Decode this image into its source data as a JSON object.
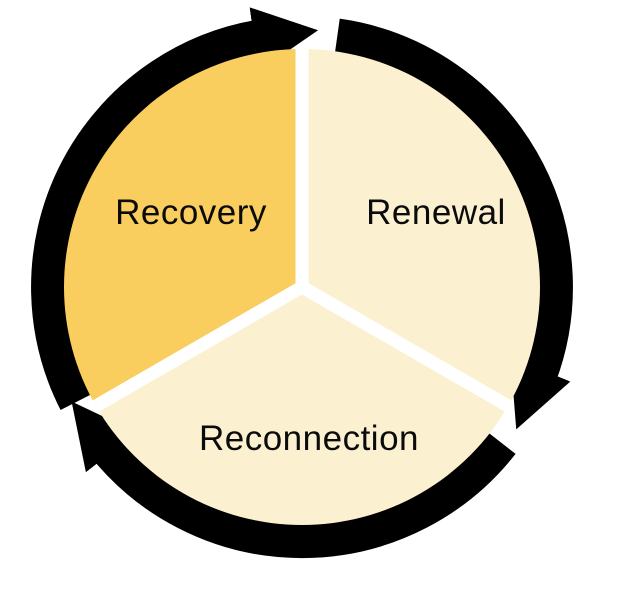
{
  "diagram": {
    "type": "cycle",
    "direction": "clockwise",
    "ring_color": "#000000",
    "background_color": "#ffffff",
    "segments": [
      {
        "id": "recovery",
        "label": "Recovery",
        "color": "#F9CD5E",
        "highlighted": true
      },
      {
        "id": "renewal",
        "label": "Renewal",
        "color": "#FBF0D0",
        "highlighted": false
      },
      {
        "id": "reconnection",
        "label": "Reconnection",
        "color": "#FBF0D0",
        "highlighted": false
      }
    ]
  }
}
